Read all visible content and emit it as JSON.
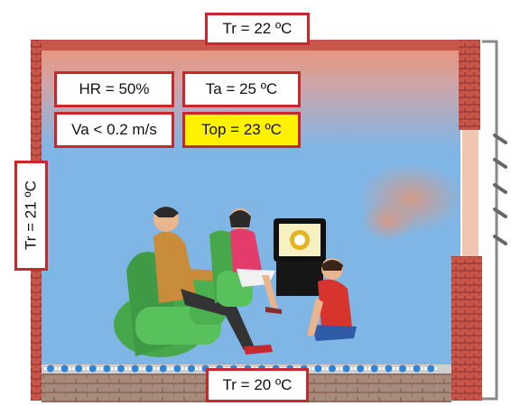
{
  "labels": {
    "tr_ceiling": "Tr = 22 ºC",
    "tr_left_wall": "Tr = 21 ºC",
    "tr_floor": "Tr = 20 ºC",
    "relative_humidity": "HR = 50%",
    "air_temperature": "Ta = 25 ºC",
    "air_velocity": "Va < 0.2 m/s",
    "operative_temperature": "Top = 23 ºC"
  },
  "colors": {
    "label_border": "#c8272b",
    "highlight_fill": "#fff200",
    "room_sky": "#7fb6e6",
    "ceiling_heat": "#e8967f",
    "wall_brick": "#c8564a",
    "floor_heating_dots": "#2f86d8"
  },
  "icons": [
    "floor-heating-pipes",
    "radiator-heat-waves",
    "family-watching-tv",
    "armchair",
    "television",
    "heat-haze"
  ]
}
